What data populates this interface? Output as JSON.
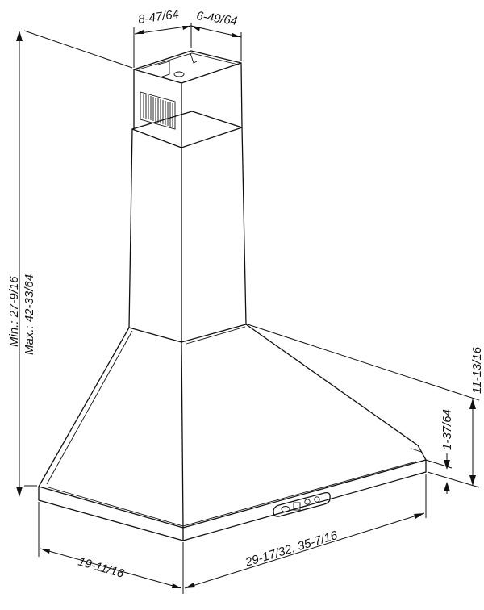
{
  "drawing": {
    "subject": "chimney-range-hood",
    "dimensions": {
      "chimney_width": "8-47/64",
      "chimney_depth": "6-49/64",
      "height_min": "Min.: 27-9/16",
      "height_max": "Max.: 42-33/64",
      "canopy_rise": "11-13/16",
      "front_lip": "1-37/64",
      "depth": "19-11/16",
      "width": "29-17/32, 35-7/16"
    }
  }
}
